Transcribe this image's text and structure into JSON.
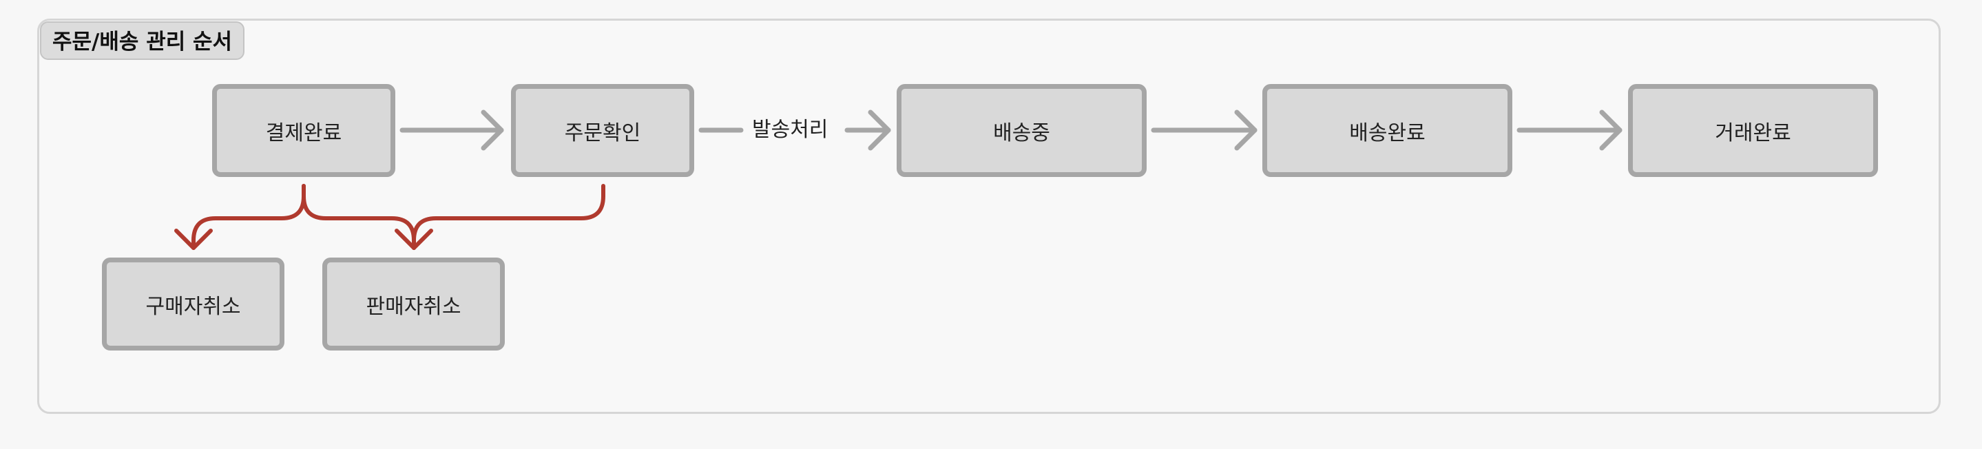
{
  "diagram": {
    "title": "주문/배송 관리 순서",
    "nodes": {
      "payment_complete": "결제완료",
      "order_confirm": "주문확인",
      "shipping": "배송중",
      "delivered": "배송완료",
      "transaction_complete": "거래완료",
      "buyer_cancel": "구매자취소",
      "seller_cancel": "판매자취소"
    },
    "edge_labels": {
      "dispatch": "발송처리"
    },
    "colors": {
      "primary_edge": "#a6a6a6",
      "cancel_edge": "#b03a2e",
      "node_fill": "#d9d9d9",
      "node_border": "#a6a6a6"
    }
  }
}
